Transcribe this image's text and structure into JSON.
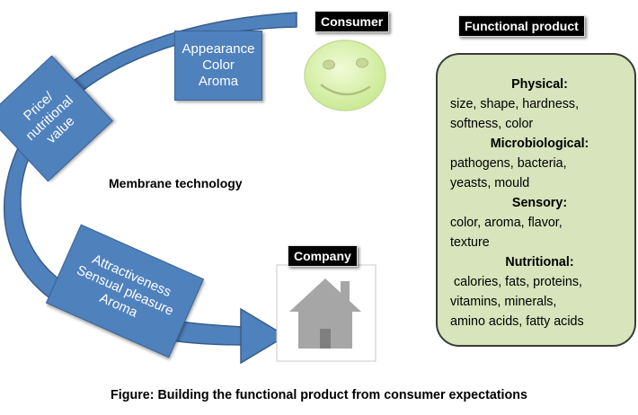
{
  "diagram": {
    "center_label": "Membrane technology",
    "caption": "Figure: Building the functional product from consumer expectations",
    "consumer": {
      "label": "Consumer",
      "icon": "smiley-face-icon"
    },
    "company": {
      "label": "Company",
      "icon": "house-icon"
    },
    "boxes": {
      "price": [
        "Price/",
        "nutritional",
        "value"
      ],
      "appearance": [
        "Appearance",
        "Color",
        "Aroma"
      ],
      "attractiveness": [
        "Attractiveness",
        "Sensual pleasure",
        "Aroma"
      ]
    },
    "functional_product": {
      "title": "Functional product",
      "sections": [
        {
          "heading": "Physical:",
          "lines": [
            "size, shape, hardness,",
            "softness, color"
          ]
        },
        {
          "heading": "Microbiological:",
          "lines": [
            "pathogens, bacteria,",
            "yeasts, mould"
          ]
        },
        {
          "heading": "Sensory:",
          "lines": [
            "color, aroma, flavor,",
            "texture"
          ]
        },
        {
          "heading": "Nutritional:",
          "lines": [
            " calories, fats, proteins,",
            "vitamins, minerals,",
            "amino acids, fatty acids"
          ]
        }
      ]
    },
    "colors": {
      "arrow_blue": "#4f81bd",
      "arrow_outline": "#385d8a",
      "panel_green": "#d7e4bc",
      "smiley_green": "#d8f0a8",
      "house_gray": "#a6a6a6"
    }
  }
}
